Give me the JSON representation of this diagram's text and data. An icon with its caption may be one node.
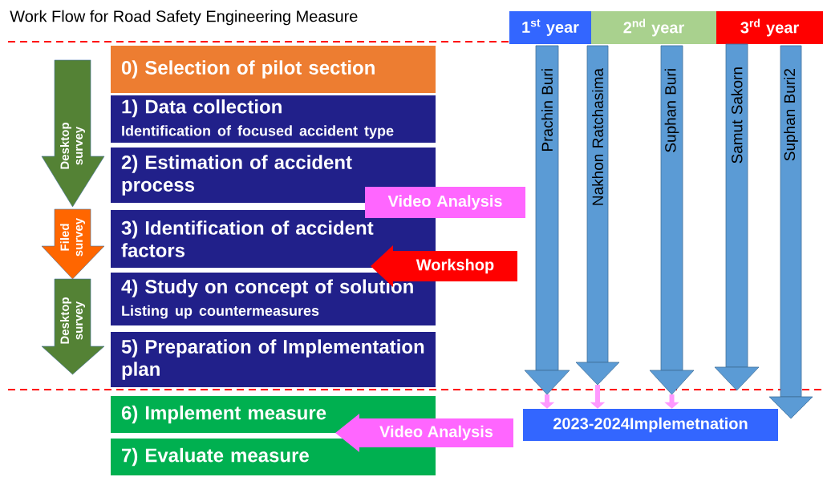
{
  "diagram": {
    "title": "Work Flow for Road Safety Engineering Measure",
    "nodes": [
      {
        "text": [
          "1$^{st}$ year"
        ]
      },
      {
        "text": [
          "2$^{nd}$ year"
        ]
      },
      {
        "text": [
          "3$^{rd}$ year"
        ]
      },
      {
        "text": [
          "0) Selection of pilot section"
        ]
      },
      {
        "text": [
          "1) Data collection",
          "Identification of focused accident type"
        ]
      },
      {
        "text": [
          "2) Estimation of accident process"
        ]
      },
      {
        "text": [
          "3) Identification of accident factors"
        ]
      },
      {
        "text": [
          "4) Study on concept of solution",
          "Listing up countermeasures"
        ]
      },
      {
        "text": [
          "5) Preparation of Implementation plan"
        ]
      },
      {
        "text": [
          "6) Implement measure"
        ]
      },
      {
        "text": [
          "7) Evaluate measure"
        ]
      },
      {
        "text": [
          "Desktop survey"
        ]
      },
      {
        "text": [
          "Filed survey"
        ]
      },
      {
        "text": [
          "Desktop survey"
        ]
      },
      {
        "text": [
          "Video Analysis"
        ]
      },
      {
        "text": [
          "Workshop"
        ]
      },
      {
        "text": [
          "Video Analysis"
        ]
      },
      {
        "text": [
          "Prachin Buri"
        ]
      },
      {
        "text": [
          "Nakhon Ratchasima"
        ]
      },
      {
        "text": [
          "Suphan Buri"
        ]
      },
      {
        "text": [
          "Samut Sakorn"
        ]
      },
      {
        "text": [
          "Suphan Buri2"
        ]
      },
      {
        "text": [
          "2023-2024Implemetnation"
        ]
      }
    ],
    "edges": [
      {
        "from": 17,
        "to": 22,
        "arrow": "to"
      },
      {
        "from": 18,
        "to": 22,
        "arrow": "to"
      },
      {
        "from": 19,
        "to": 22,
        "arrow": "to"
      }
    ]
  }
}
